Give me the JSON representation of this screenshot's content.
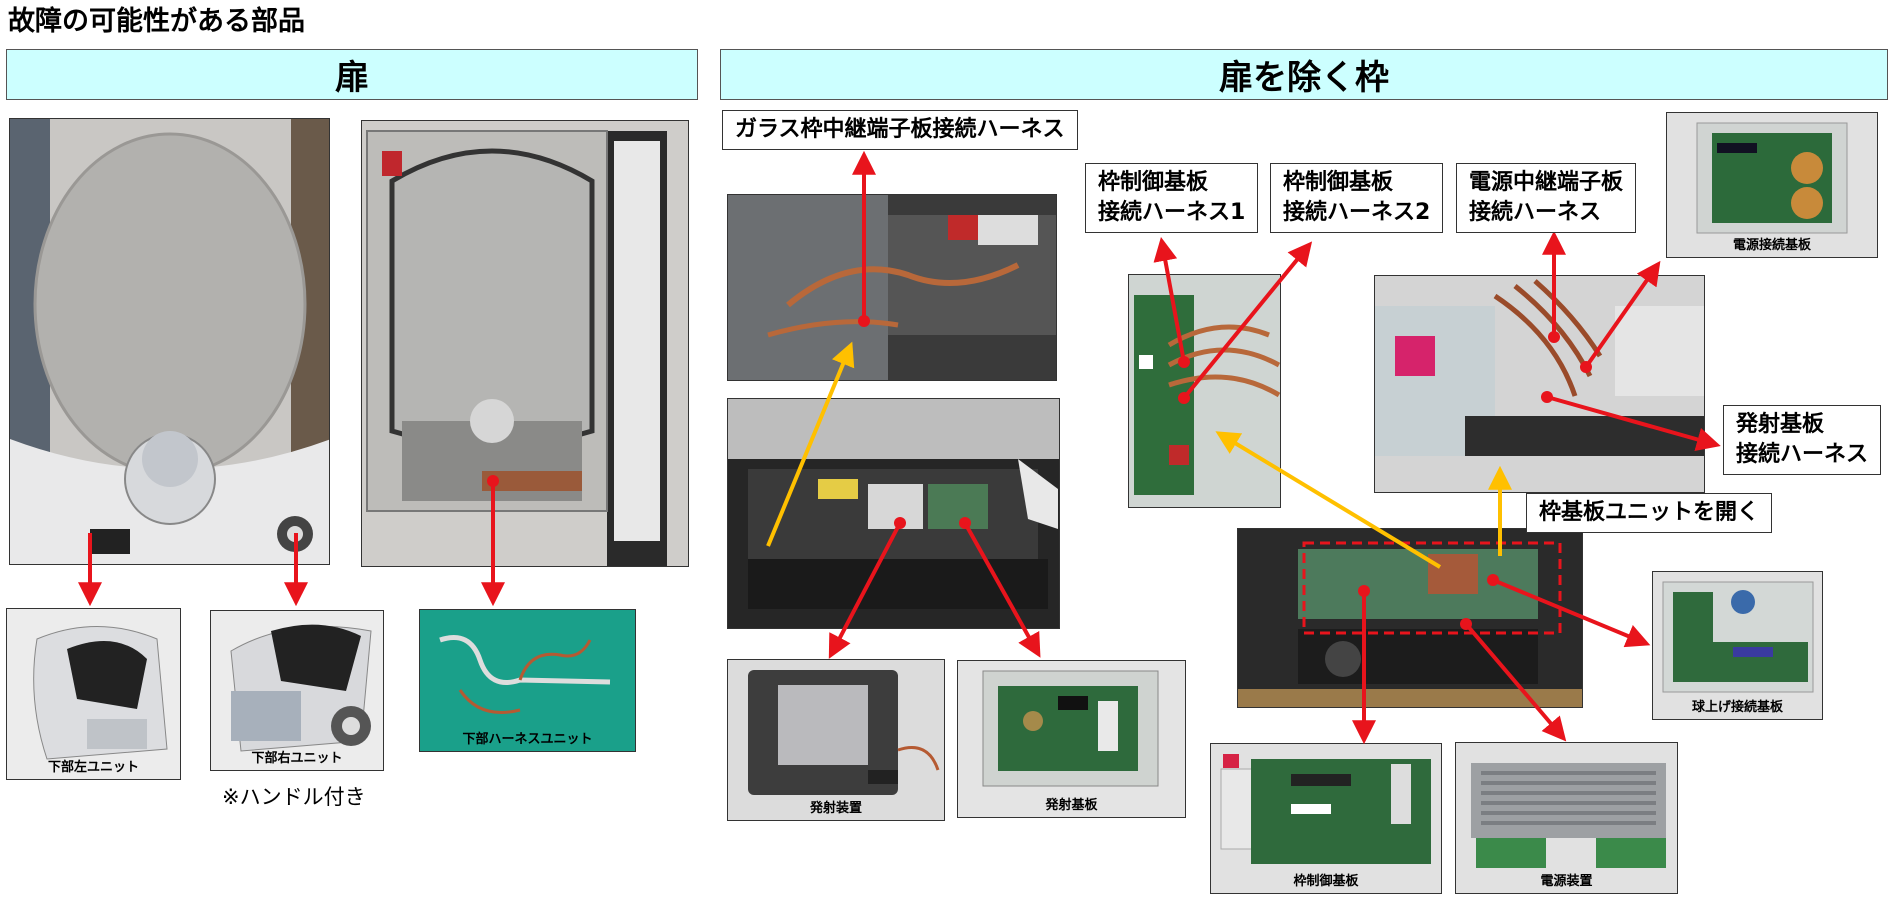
{
  "title": "故障の可能性がある部品",
  "sections": {
    "door": "扉",
    "frame": "扉を除く枠"
  },
  "door_parts": {
    "lower_left": "下部左ユニット",
    "lower_right": "下部右ユニット",
    "lower_right_note": "※ハンドル付き",
    "lower_harness": "下部ハーネスユニット"
  },
  "frame_callouts": {
    "glass_harness": "ガラス枠中継端子板接続ハーネス",
    "frame_control_harness1": [
      "枠制御基板",
      "接続ハーネス1"
    ],
    "frame_control_harness2": [
      "枠制御基板",
      "接続ハーネス2"
    ],
    "power_relay_harness": [
      "電源中継端子板",
      "接続ハーネス"
    ],
    "launch_board_harness": [
      "発射基板",
      "接続ハーネス"
    ],
    "open_unit": "枠基板ユニットを開く"
  },
  "frame_parts": {
    "launcher": "発射装置",
    "launch_board": "発射基板",
    "frame_control_board": "枠制御基板",
    "power_supply": "電源装置",
    "power_connection_board": "電源接続基板",
    "ball_lift_board": "球上げ接続基板"
  },
  "colors": {
    "header_bg": "#ccffff",
    "arrow_red": "#e8141c",
    "arrow_yellow": "#ffc000"
  }
}
